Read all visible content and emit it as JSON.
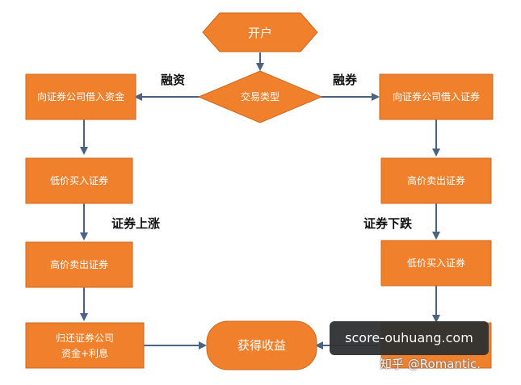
{
  "nodes": {
    "start": "开户",
    "trade_type": "交易类型",
    "borrow_funds": "向证券公司借入资金",
    "buy_low_left": "低价买入证券",
    "sell_high_left": "高价卖出证券",
    "repay_line1": "归还证券公司",
    "repay_line2": "资金+利息",
    "profit": "获得收益",
    "borrow_securities": "向证券公司借入证券",
    "sell_high_right": "高价卖出证券",
    "buy_low_right": "低价买入证券"
  },
  "labels": {
    "margin_financing": "融资",
    "securities_lending": "融券",
    "price_up": "证券上涨",
    "price_down": "证券下跌"
  },
  "watermark": {
    "badge": "score-ouhuang.com",
    "credit": "知乎 @Romantic."
  },
  "colors": {
    "box_fill": "#f0802c",
    "box_stroke": "#c96a22",
    "arrow": "#4a6385",
    "watermark_bg": "#2f3031"
  }
}
